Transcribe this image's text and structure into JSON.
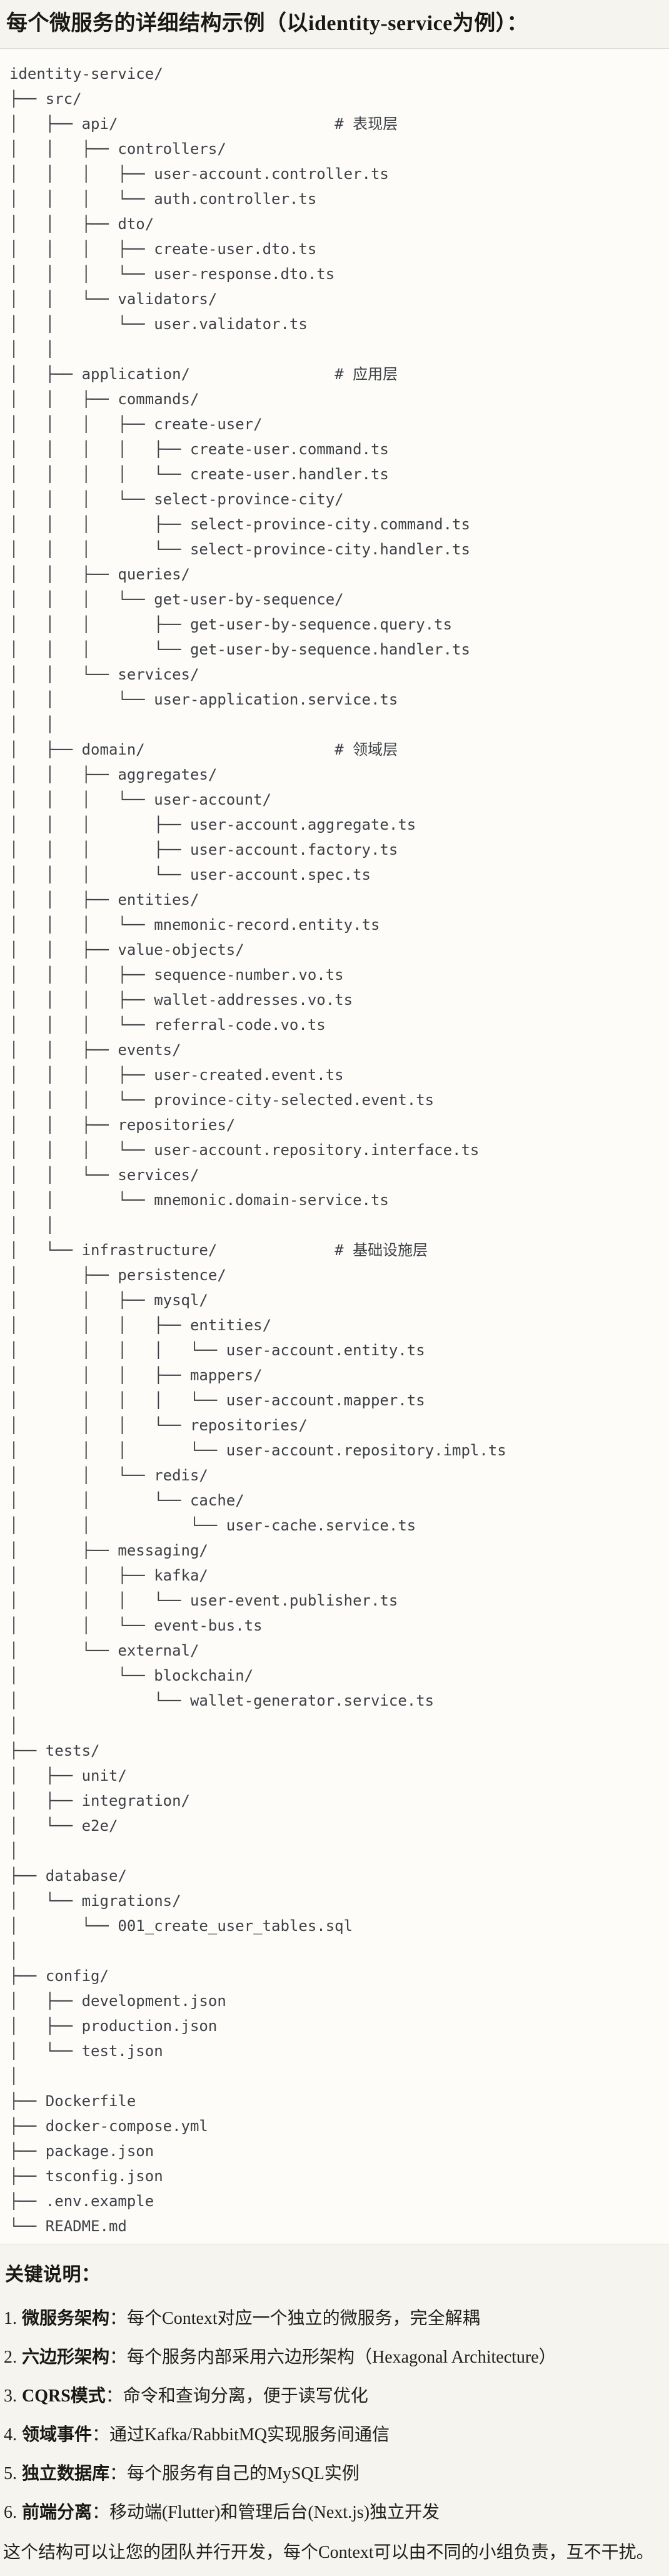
{
  "colors": {
    "page_bg": "#F6F4EF",
    "code_bg": "#FDFCF9",
    "border": "#DFDDD7",
    "tree_text": "#3D4046",
    "heading_text": "#1A1813",
    "body_text": "#21201B"
  },
  "page": {
    "title": "每个微服务的详细结构示例（以identity-service为例）："
  },
  "code_block": {
    "language": "text",
    "lines": [
      "identity-service/",
      "├── src/",
      "│   ├── api/                        # 表现层",
      "│   │   ├── controllers/",
      "│   │   │   ├── user-account.controller.ts",
      "│   │   │   └── auth.controller.ts",
      "│   │   ├── dto/",
      "│   │   │   ├── create-user.dto.ts",
      "│   │   │   └── user-response.dto.ts",
      "│   │   └── validators/",
      "│   │       └── user.validator.ts",
      "│   │",
      "│   ├── application/                # 应用层",
      "│   │   ├── commands/",
      "│   │   │   ├── create-user/",
      "│   │   │   │   ├── create-user.command.ts",
      "│   │   │   │   └── create-user.handler.ts",
      "│   │   │   └── select-province-city/",
      "│   │   │       ├── select-province-city.command.ts",
      "│   │   │       └── select-province-city.handler.ts",
      "│   │   ├── queries/",
      "│   │   │   └── get-user-by-sequence/",
      "│   │   │       ├── get-user-by-sequence.query.ts",
      "│   │   │       └── get-user-by-sequence.handler.ts",
      "│   │   └── services/",
      "│   │       └── user-application.service.ts",
      "│   │",
      "│   ├── domain/                     # 领域层",
      "│   │   ├── aggregates/",
      "│   │   │   └── user-account/",
      "│   │   │       ├── user-account.aggregate.ts",
      "│   │   │       ├── user-account.factory.ts",
      "│   │   │       └── user-account.spec.ts",
      "│   │   ├── entities/",
      "│   │   │   └── mnemonic-record.entity.ts",
      "│   │   ├── value-objects/",
      "│   │   │   ├── sequence-number.vo.ts",
      "│   │   │   ├── wallet-addresses.vo.ts",
      "│   │   │   └── referral-code.vo.ts",
      "│   │   ├── events/",
      "│   │   │   ├── user-created.event.ts",
      "│   │   │   └── province-city-selected.event.ts",
      "│   │   ├── repositories/",
      "│   │   │   └── user-account.repository.interface.ts",
      "│   │   └── services/",
      "│   │       └── mnemonic.domain-service.ts",
      "│   │",
      "│   └── infrastructure/             # 基础设施层",
      "│       ├── persistence/",
      "│       │   ├── mysql/",
      "│       │   │   ├── entities/",
      "│       │   │   │   └── user-account.entity.ts",
      "│       │   │   ├── mappers/",
      "│       │   │   │   └── user-account.mapper.ts",
      "│       │   │   └── repositories/",
      "│       │   │       └── user-account.repository.impl.ts",
      "│       │   └── redis/",
      "│       │       └── cache/",
      "│       │           └── user-cache.service.ts",
      "│       ├── messaging/",
      "│       │   ├── kafka/",
      "│       │   │   └── user-event.publisher.ts",
      "│       │   └── event-bus.ts",
      "│       └── external/",
      "│           └── blockchain/",
      "│               └── wallet-generator.service.ts",
      "│",
      "├── tests/",
      "│   ├── unit/",
      "│   ├── integration/",
      "│   └── e2e/",
      "│",
      "├── database/",
      "│   └── migrations/",
      "│       └── 001_create_user_tables.sql",
      "│",
      "├── config/",
      "│   ├── development.json",
      "│   ├── production.json",
      "│   └── test.json",
      "│",
      "├── Dockerfile",
      "├── docker-compose.yml",
      "├── package.json",
      "├── tsconfig.json",
      "├── .env.example",
      "└── README.md"
    ]
  },
  "key_notes": {
    "heading": "关键说明：",
    "items": [
      {
        "num": "1.",
        "label": "微服务架构",
        "text": "：每个Context对应一个独立的微服务，完全解耦"
      },
      {
        "num": "2.",
        "label": "六边形架构",
        "text": "：每个服务内部采用六边形架构（Hexagonal Architecture）"
      },
      {
        "num": "3.",
        "label": "CQRS模式",
        "text": "：命令和查询分离，便于读写优化"
      },
      {
        "num": "4.",
        "label": "领域事件",
        "text": "：通过Kafka/RabbitMQ实现服务间通信"
      },
      {
        "num": "5.",
        "label": "独立数据库",
        "text": "：每个服务有自己的MySQL实例"
      },
      {
        "num": "6.",
        "label": "前端分离",
        "text": "：移动端(Flutter)和管理后台(Next.js)独立开发"
      }
    ]
  },
  "footer": {
    "paragraph": "这个结构可以让您的团队并行开发，每个Context可以由不同的小组负责，互不干扰。"
  }
}
